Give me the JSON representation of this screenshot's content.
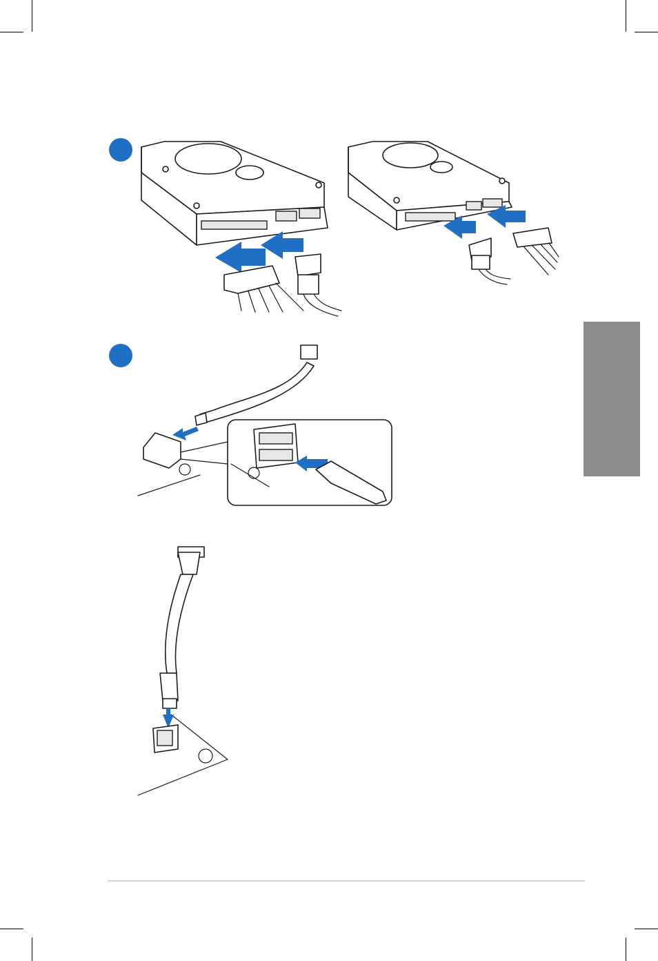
{
  "page": {
    "accent_color": "#1f6fc5",
    "tab_color": "#8c8c8c",
    "rule_color": "#d4d4d4"
  },
  "figures": [
    {
      "icon": "hdd-sata-power-connect-illustration"
    },
    {
      "icon": "hdd-molex-power-connect-illustration"
    },
    {
      "icon": "sata-cable-to-motherboard-illustration"
    },
    {
      "icon": "sata-cable-vertical-connect-illustration"
    }
  ]
}
